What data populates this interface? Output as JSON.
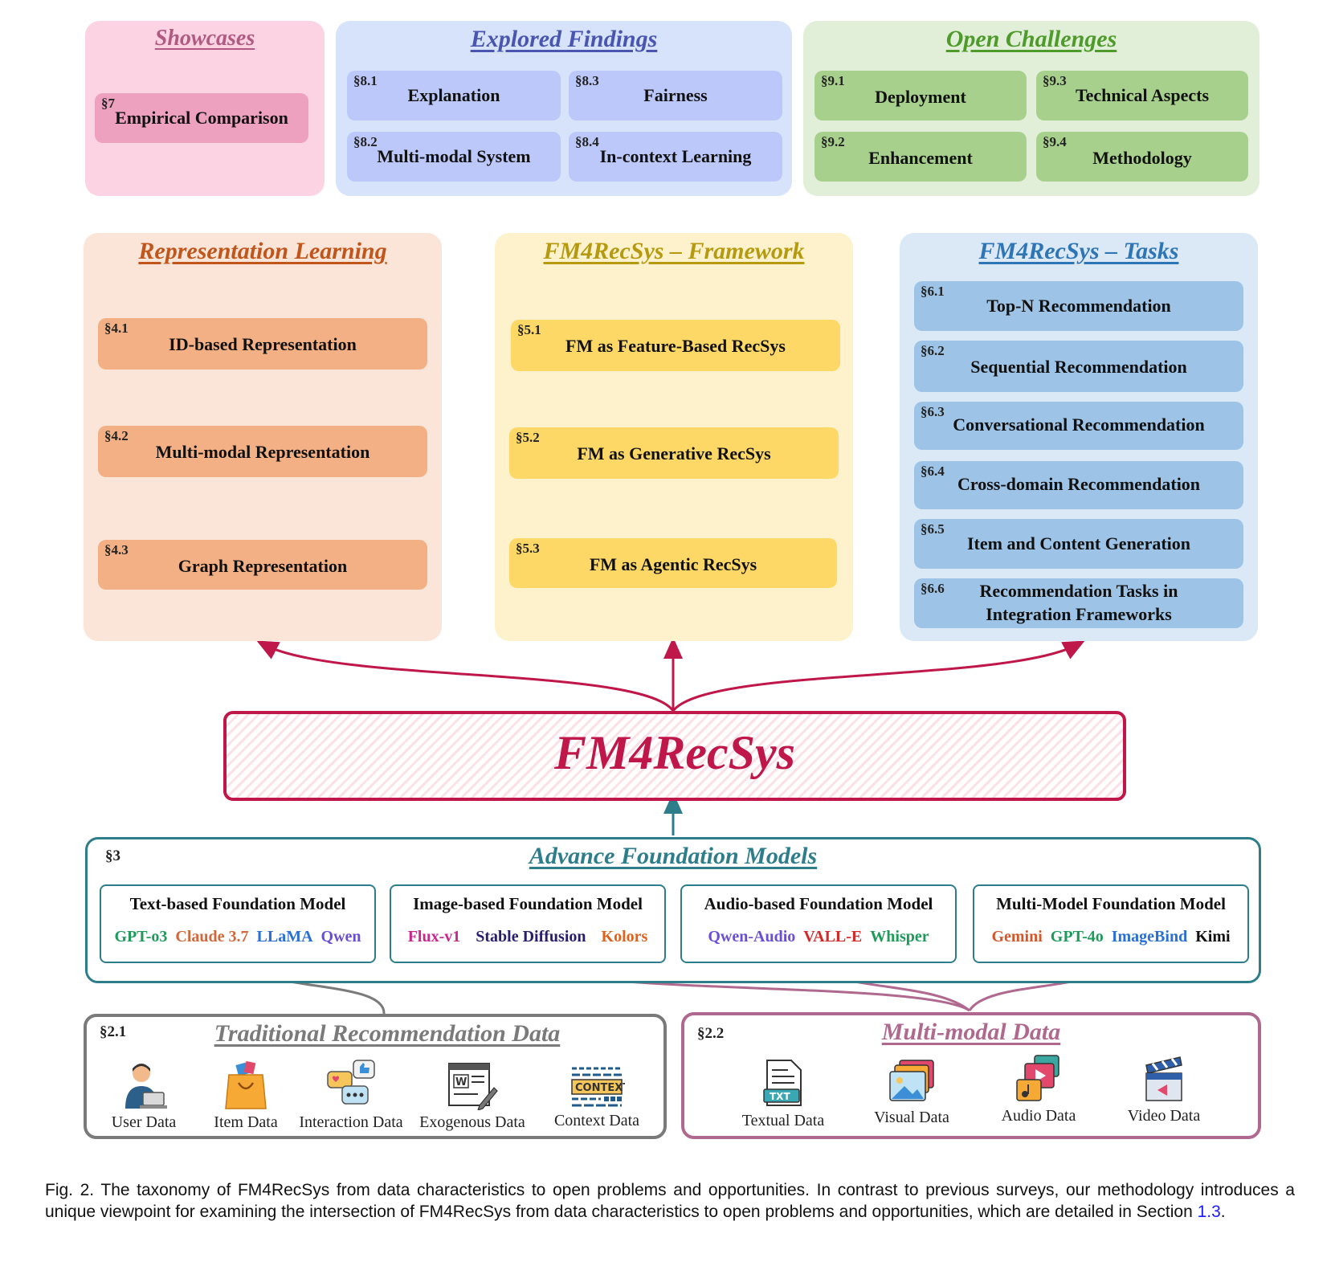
{
  "top": {
    "showcases": {
      "title": "Showcases",
      "items": [
        {
          "num": "§7",
          "label": "Empirical Comparison"
        }
      ]
    },
    "explored": {
      "title": "Explored Findings",
      "items": [
        {
          "num": "§8.1",
          "label": "Explanation"
        },
        {
          "num": "§8.3",
          "label": "Fairness"
        },
        {
          "num": "§8.2",
          "label": "Multi-modal System"
        },
        {
          "num": "§8.4",
          "label": "In-context Learning"
        }
      ]
    },
    "challenges": {
      "title": "Open Challenges",
      "items": [
        {
          "num": "§9.1",
          "label": "Deployment"
        },
        {
          "num": "§9.3",
          "label": "Technical Aspects"
        },
        {
          "num": "§9.2",
          "label": "Enhancement"
        },
        {
          "num": "§9.4",
          "label": "Methodology"
        }
      ]
    }
  },
  "middle": {
    "representation": {
      "title": "Representation Learning",
      "items": [
        {
          "num": "§4.1",
          "label": "ID-based Representation"
        },
        {
          "num": "§4.2",
          "label": "Multi-modal Representation"
        },
        {
          "num": "§4.3",
          "label": "Graph Representation"
        }
      ]
    },
    "framework": {
      "title": "FM4RecSys – Framework",
      "items": [
        {
          "num": "§5.1",
          "label": "FM as Feature-Based RecSys"
        },
        {
          "num": "§5.2",
          "label": "FM as Generative RecSys"
        },
        {
          "num": "§5.3",
          "label": "FM as Agentic RecSys"
        }
      ]
    },
    "tasks": {
      "title": "FM4RecSys – Tasks",
      "items": [
        {
          "num": "§6.1",
          "label": "Top-N Recommendation"
        },
        {
          "num": "§6.2",
          "label": "Sequential Recommendation"
        },
        {
          "num": "§6.3",
          "label": "Conversational Recommendation"
        },
        {
          "num": "§6.4",
          "label": "Cross-domain Recommendation"
        },
        {
          "num": "§6.5",
          "label": "Item and Content Generation"
        },
        {
          "num": "§6.6",
          "label": "Recommendation Tasks in",
          "label2": "Integration Frameworks"
        }
      ]
    }
  },
  "center": {
    "title": "FM4RecSys"
  },
  "foundation": {
    "num": "§3",
    "title": "Advance Foundation Models",
    "boxes": [
      {
        "title": "Text-based Foundation Model",
        "models": [
          {
            "name": "GPT-o3",
            "color": "#1e9a5a"
          },
          {
            "name": "Claude 3.7",
            "color": "#d2673c"
          },
          {
            "name": "LLaMA",
            "color": "#2a6fd6"
          },
          {
            "name": "Qwen",
            "color": "#6a4fd6"
          }
        ]
      },
      {
        "title": "Image-based Foundation Model",
        "models": [
          {
            "name": "Flux-v1",
            "color": "#c7288a"
          },
          {
            "name": "Stable Diffusion",
            "color": "#2b1d6e"
          },
          {
            "name": "Kolors",
            "color": "#e0621a"
          }
        ]
      },
      {
        "title": "Audio-based Foundation Model",
        "models": [
          {
            "name": "Qwen-Audio",
            "color": "#6a4fd6"
          },
          {
            "name": "VALL-E",
            "color": "#d42a2a"
          },
          {
            "name": "Whisper",
            "color": "#1e9a5a"
          }
        ]
      },
      {
        "title": "Multi-Model Foundation Model",
        "models": [
          {
            "name": "Gemini",
            "color": "#d4572a"
          },
          {
            "name": "GPT-4o",
            "color": "#1e9a5a"
          },
          {
            "name": "ImageBind",
            "color": "#2a6fd6"
          },
          {
            "name": "Kimi",
            "color": "#111111"
          }
        ]
      }
    ]
  },
  "traditional": {
    "num": "§2.1",
    "title": "Traditional Recommendation Data",
    "items": [
      {
        "label": "User Data",
        "icon": "user-laptop-icon"
      },
      {
        "label": "Item Data",
        "icon": "shopping-bag-icon"
      },
      {
        "label": "Interaction Data",
        "icon": "chat-bubbles-icon"
      },
      {
        "label": "Exogenous Data",
        "icon": "document-edit-icon"
      },
      {
        "label": "Context Data",
        "icon": "context-icon"
      }
    ]
  },
  "multimodal": {
    "num": "§2.2",
    "title": "Multi-modal Data",
    "items": [
      {
        "label": "Textual Data",
        "icon": "txt-file-icon"
      },
      {
        "label": "Visual Data",
        "icon": "image-stack-icon"
      },
      {
        "label": "Audio Data",
        "icon": "media-stack-icon"
      },
      {
        "label": "Video Data",
        "icon": "clapperboard-icon"
      }
    ]
  },
  "caption": {
    "text": "Fig. 2. The taxonomy of FM4RecSys from data characteristics to open problems and opportunities. In contrast to previous surveys, our methodology introduces a unique viewpoint for examining the intersection of FM4RecSys from data characteristics to open problems and opportunities, which are detailed in Section ",
    "ref": "1.3",
    "end": "."
  },
  "colors": {
    "showcases_bg": "#fbd3e3",
    "showcases_box": "#eea0bf",
    "showcases_title": "#b05a82",
    "explored_bg": "#d6e3fb",
    "explored_box": "#bcc8fa",
    "explored_title": "#4a55b0",
    "challenges_bg": "#e1efd9",
    "challenges_box": "#a8d08d",
    "challenges_title": "#4e9a2a",
    "representation_bg": "#fbe5d8",
    "representation_box": "#f2b084",
    "representation_title": "#c0561b",
    "framework_bg": "#fef2cc",
    "framework_box": "#fdd866",
    "framework_title": "#b59a10",
    "tasks_bg": "#dbe8f6",
    "tasks_box": "#9dc3e6",
    "tasks_title": "#2e75b6",
    "center": "#c0174a",
    "foundation": "#2e7d8a",
    "traditional": "#7a7a7a",
    "multimodal": "#b0698e"
  }
}
